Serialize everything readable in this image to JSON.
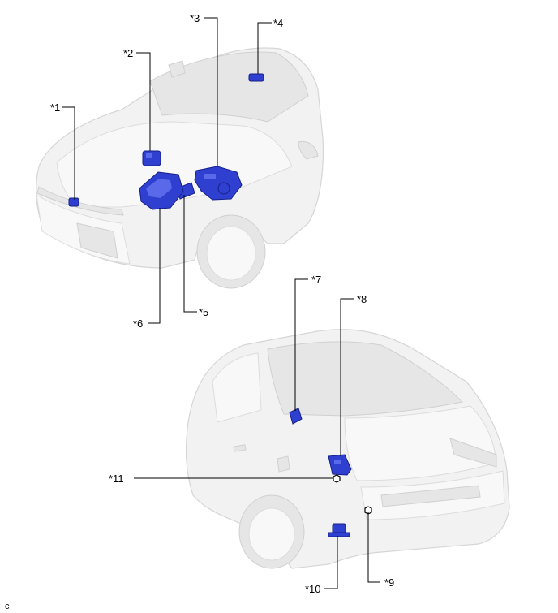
{
  "callouts": {
    "c1": "*1",
    "c2": "*2",
    "c3": "*3",
    "c4": "*4",
    "c5": "*5",
    "c6": "*6",
    "c7": "*7",
    "c8": "*8",
    "c9": "*9",
    "c10": "*10",
    "c11": "*11"
  },
  "corner_mark": "c",
  "colors": {
    "component": "#2f3fd0",
    "vehicle": "#f2f2f2",
    "leader": "#000000"
  }
}
